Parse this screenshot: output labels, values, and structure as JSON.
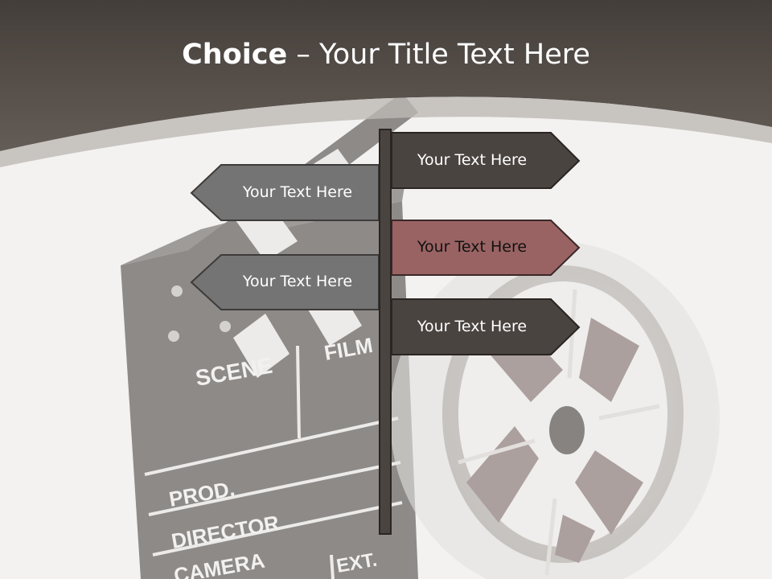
{
  "title": {
    "bold": "Choice",
    "rest": " – Your Title Text Here"
  },
  "signs": [
    {
      "label": "Your Text Here",
      "direction": "right",
      "color": "#4a4440"
    },
    {
      "label": "Your Text Here",
      "direction": "left",
      "color": "#747474"
    },
    {
      "label": "Your Text Here",
      "direction": "right",
      "color": "#9a6363"
    },
    {
      "label": "Your Text Here",
      "direction": "left",
      "color": "#747474"
    },
    {
      "label": "Your Text Here",
      "direction": "right",
      "color": "#4a4440"
    }
  ],
  "clapper_text": {
    "scene": "SCENE",
    "film": "FILM",
    "prod": "PROD.",
    "director": "DIRECTOR",
    "camera": "CAMERA",
    "ext": "EXT."
  },
  "colors": {
    "header": "#56504b",
    "background": "#f3f2f1",
    "accent": "#9a6363"
  }
}
